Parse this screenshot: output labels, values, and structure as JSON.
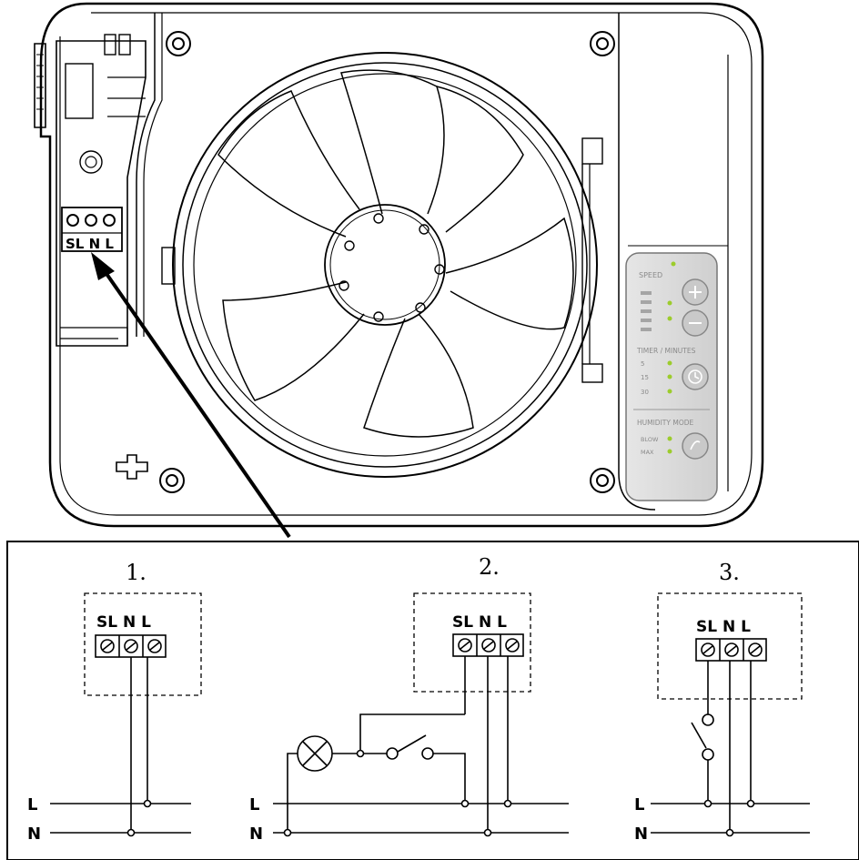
{
  "fan_unit": {
    "terminal_label": "SL N L",
    "control_panel": {
      "speed_label": "SPEED",
      "timer_label": "TIMER / MINUTES",
      "timer_options": [
        "5",
        "15",
        "30"
      ],
      "humidity_label": "HUMIDITY MODE",
      "humidity_options": [
        "BLOW",
        "MAX"
      ]
    }
  },
  "diagrams": [
    {
      "number": "1.",
      "terminals": "SL N L",
      "line_label": "L",
      "neutral_label": "N"
    },
    {
      "number": "2.",
      "terminals": "SL N L",
      "line_label": "L",
      "neutral_label": "N"
    },
    {
      "number": "3.",
      "terminals": "SL N L",
      "line_label": "L",
      "neutral_label": "N"
    }
  ],
  "colors": {
    "line": "#000000",
    "led": "#9ccc2c",
    "panel": "#d9d9d9"
  }
}
